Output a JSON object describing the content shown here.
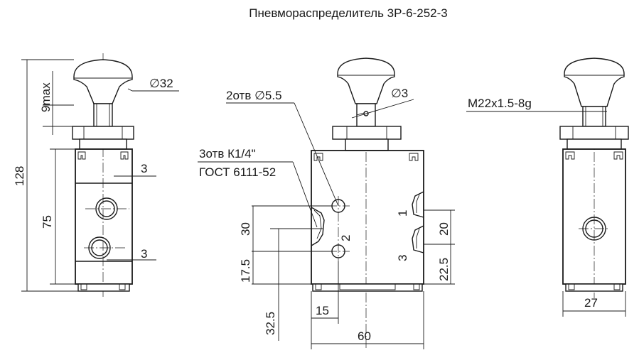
{
  "title": "Пневмораспределитель 3Р-6-252-3",
  "dimensions": {
    "knob_diameter": "∅32",
    "stroke_max": "9max",
    "total_height": "128",
    "body_height": "75",
    "slot_left_top": "3",
    "slot_left_bottom": "3",
    "holes_label": "2отв ∅5.5",
    "pin_diameter": "∅3",
    "thread_label": "3отв К1/4\"",
    "thread_standard": "ГОСТ 6111-52",
    "port_spacing": "30",
    "port_height": "17.5",
    "base_offset": "32.5",
    "port_offset": "15",
    "body_width": "60",
    "port_label_2": "2",
    "port_label_1": "1",
    "port_label_3": "3",
    "right_spacing": "20",
    "right_height": "22.5",
    "stem_thread": "M22x1.5-8g",
    "right_view_width": "27"
  }
}
